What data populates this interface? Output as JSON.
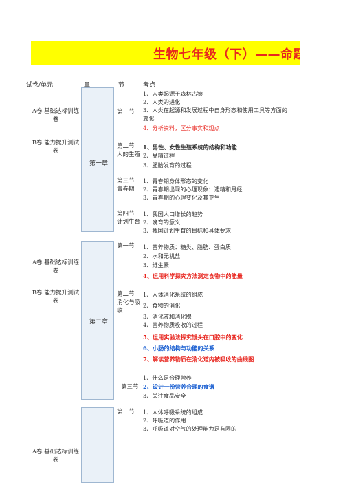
{
  "title": "生物七年级（下）——命题",
  "header": {
    "col1": "试卷/单元",
    "col2": "章",
    "col3": "节",
    "col4": "考点"
  },
  "chapter1": {
    "label": "第一章",
    "volA": "A卷  基础达标训练卷",
    "volB": "B卷  能力提升测试卷",
    "sec1": {
      "name": "第一节",
      "points": [
        "1、人类起源于森林古猿",
        "2、人类的进化",
        "3、人类在起源和发展过程中自身形态和使用工具等方面的变化",
        "4、分析资料，区分事实和观点"
      ]
    },
    "sec2": {
      "name": "第二节 人的生殖",
      "points": [
        "1、男性、女性生殖系统的结构和功能",
        "2、受精过程",
        "3、胚胎发育的过程"
      ]
    },
    "sec3": {
      "name": "第三节 青春期",
      "points": [
        "1、青春期身体形态的变化",
        "2、青春期出现的心理现象：遗精和月经",
        "3、青春期的心理变化及其卫生"
      ]
    },
    "sec4": {
      "name": "第四节 计划生育",
      "points": [
        "1、我国人口增长的趋势",
        "2、晚育的意义",
        "3、我国计划生育的目标和具体要求"
      ]
    }
  },
  "chapter2": {
    "label": "第二章",
    "volA": "A卷  基础达标训练卷",
    "volB": "B卷  能力提升测试卷",
    "sec1": {
      "name": "第一节",
      "points": [
        "1、营养物质：糖类、脂肪、蛋白质",
        "2、水和无机盐",
        "3、维生素",
        "4、运用科学探究方法测定食物中的能量"
      ]
    },
    "sec2": {
      "name": "第二节 消化与吸收",
      "points": [
        "1、人体消化系统的组成",
        "2、食物的消化",
        "3、消化液和消化腺",
        "4、营养物质吸收的过程",
        "5、运用实验法探究馒头在口腔中的变化",
        "6、小肠的结构与功能的关系",
        "7、解读营养物质在消化道内被吸收的曲线图"
      ]
    },
    "sec3": {
      "name": "第三节",
      "points": [
        "1、什么是合理营养",
        "2、设计一份营养合理的食谱",
        "3、关注食品安全"
      ]
    }
  },
  "chapter3": {
    "volA": "A卷  基础达标训练卷",
    "sec1": {
      "name": "第一节",
      "points": [
        "1、人体呼吸系统的组成",
        "2、呼吸道的作用",
        "3、呼吸道对空气的处理能力是有限的"
      ]
    }
  },
  "colors": {
    "title_bg": "#ffff00",
    "title_fg": "#e8261f",
    "emph_red": "#e8261f",
    "emph_blue": "#1a5fd1",
    "chapter_box_bg": "#eaf1f8"
  }
}
